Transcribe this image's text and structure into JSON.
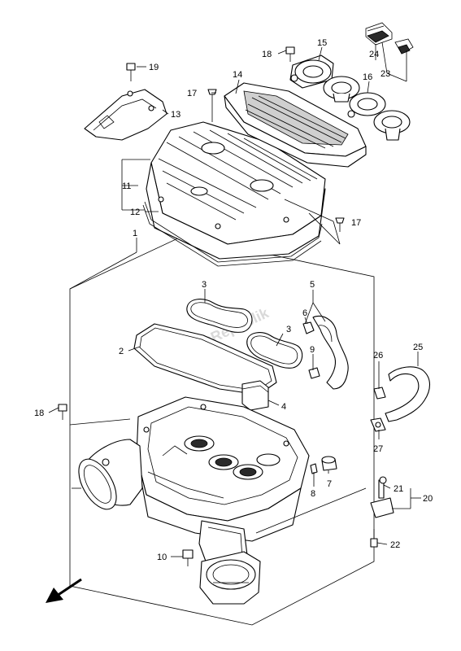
{
  "watermark": "PartsRepublik",
  "callouts": [
    "1",
    "2",
    "3",
    "3",
    "4",
    "5",
    "6",
    "7",
    "8",
    "9",
    "10",
    "11",
    "12",
    "13",
    "14",
    "15",
    "16",
    "17",
    "17",
    "18",
    "18",
    "19",
    "20",
    "21",
    "22",
    "23",
    "24",
    "25",
    "26",
    "27"
  ],
  "icons": {
    "direction_arrow": "front-direction-arrow-icon"
  }
}
